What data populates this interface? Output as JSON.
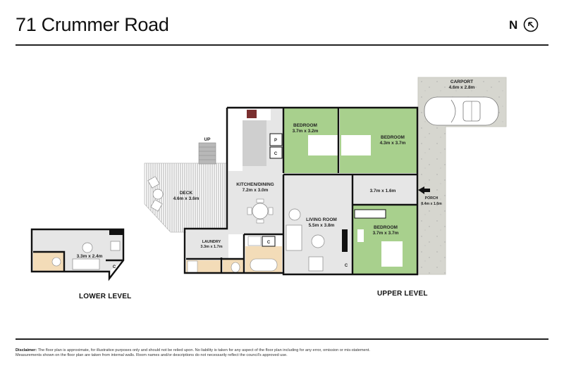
{
  "header": {
    "title": "71 Crummer Road",
    "north_label": "N",
    "compass_icon": "north-arrow-icon"
  },
  "rooms": {
    "carport": {
      "name": "CARPORT",
      "size": "4.6m x 2.8m"
    },
    "bedroom1": {
      "name": "BEDROOM",
      "size": "3.7m x 3.2m"
    },
    "bedroom2": {
      "name": "BEDROOM",
      "size": "4.3m x 3.7m"
    },
    "bedroom3": {
      "name": "BEDROOM",
      "size": "3.7m x 3.7m"
    },
    "kitchen": {
      "name": "KITCHEN/DINING",
      "size": "7.2m x 3.0m"
    },
    "living": {
      "name": "LIVING ROOM",
      "size": "5.5m x 3.8m"
    },
    "hall": {
      "size": "3.7m x 1.6m"
    },
    "porch": {
      "name": "PORCH",
      "size": "8.4m x 1.6m"
    },
    "deck": {
      "name": "DECK",
      "size": "4.6m x 3.6m"
    },
    "laundry": {
      "name": "LAUNDRY",
      "size": "3.3m x 1.7m"
    },
    "lower_room": {
      "size": "3.3m x 2.4m"
    }
  },
  "markers": {
    "up": "UP",
    "pantry": "P",
    "cupboard": "C"
  },
  "levels": {
    "lower": "LOWER LEVEL",
    "upper": "UPPER LEVEL"
  },
  "colors": {
    "bedroom_green": "#a8d08d",
    "floor_grey": "#d9d9d9",
    "wet_area_beige": "#f3dcb8",
    "carport_grey": "#d6d6cf",
    "wall": "#111111"
  },
  "footer": {
    "disclaimer_label": "Disclaimer:",
    "disclaimer_text": " The floor plan is approximate, for illustrative purposes only and should not be relied upon. No liability is taken for any aspect of the floor plan including for any error, omission or mis-statement. Measurements shown on the floor plan are taken from internal walls. Room names and/or descriptions do not necessarily reflect the council's approved use."
  }
}
